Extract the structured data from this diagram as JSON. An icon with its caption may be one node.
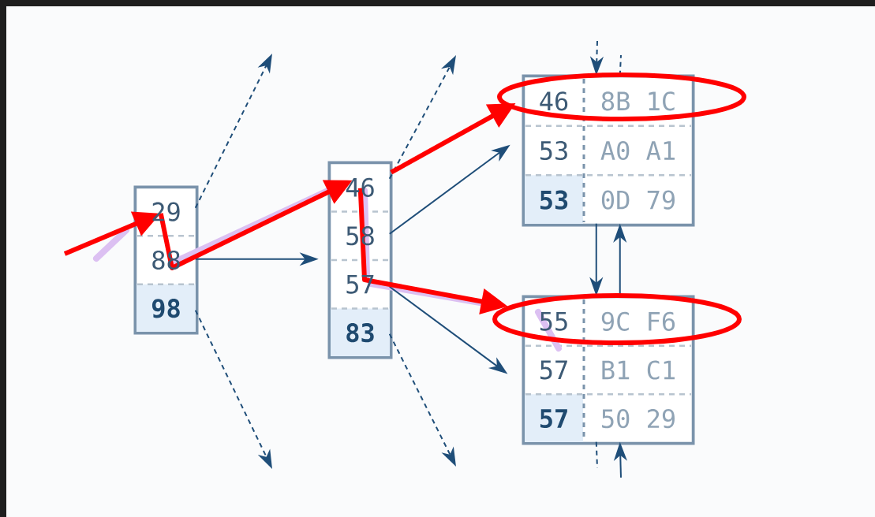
{
  "diagram": {
    "nodes": [
      {
        "text": [
          "29",
          "88",
          "98"
        ]
      },
      {
        "text": [
          "46",
          "58",
          "57",
          "83"
        ]
      },
      {
        "text": [
          "46",
          "8B 1C",
          "53",
          "A0 A1",
          "53",
          "0D 79"
        ]
      },
      {
        "text": [
          "55",
          "9C F6",
          "57",
          "B1 C1",
          "57",
          "50 29"
        ]
      }
    ],
    "edges": [
      {
        "from": 0,
        "to": null,
        "arrow": "to",
        "style": "dashed"
      },
      {
        "from": 0,
        "to": 1,
        "arrow": "to"
      },
      {
        "from": 0,
        "to": null,
        "arrow": "to",
        "style": "dashed"
      },
      {
        "from": 1,
        "to": null,
        "arrow": "to",
        "style": "dashed"
      },
      {
        "from": 1,
        "to": 2,
        "arrow": "to"
      },
      {
        "from": 1,
        "to": 3,
        "arrow": "to"
      },
      {
        "from": 1,
        "to": null,
        "arrow": "to",
        "style": "dashed"
      },
      {
        "from": 2,
        "to": 3,
        "arrow": "to"
      },
      {
        "from": 3,
        "to": 2,
        "arrow": "to"
      },
      {
        "from": null,
        "to": 2,
        "arrow": "to",
        "style": "dashed"
      },
      {
        "from": 2,
        "to": null,
        "arrow": "none",
        "style": "dashed"
      },
      {
        "from": 3,
        "to": null,
        "arrow": "none",
        "style": "dashed"
      },
      {
        "from": null,
        "to": 3,
        "arrow": "to"
      },
      {
        "from": null,
        "to": 0,
        "arrow": "to",
        "style": "thick",
        "color": "#ff0000"
      },
      {
        "from": 0,
        "to": 1,
        "arrow": "to",
        "style": "thick",
        "color": "#ff0000"
      },
      {
        "from": 1,
        "to": 3,
        "arrow": "to",
        "style": "thick",
        "color": "#ff0000"
      },
      {
        "from": 1,
        "to": 2,
        "arrow": "to",
        "style": "thick",
        "color": "#ff0000"
      }
    ]
  }
}
